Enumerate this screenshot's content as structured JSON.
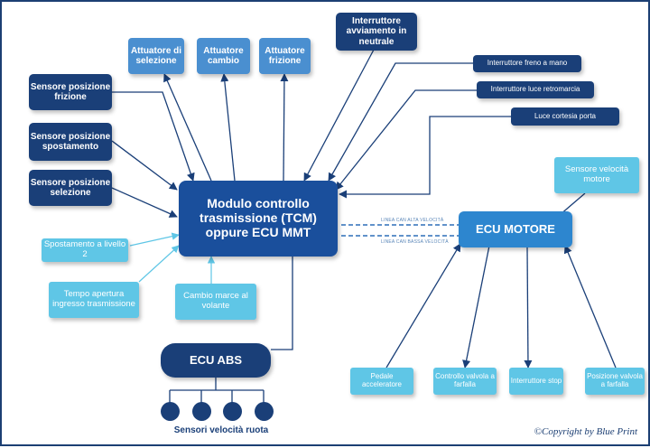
{
  "center": {
    "label": "Modulo controllo trasmissione (TCM) oppure ECU MMT"
  },
  "actuators": [
    {
      "label": "Attuatore di selezione"
    },
    {
      "label": "Attuatore cambio"
    },
    {
      "label": "Attuatore frizione"
    }
  ],
  "top_input": {
    "label": "Interruttore avviamento in neutrale"
  },
  "right_inputs": [
    {
      "label": "Interruttore freno a mano"
    },
    {
      "label": "Interruttore luce retromarcia"
    },
    {
      "label": "Luce cortesia porta"
    }
  ],
  "left_sensors": [
    {
      "label": "Sensore posizione frizione"
    },
    {
      "label": "Sensore posizione spostamento"
    },
    {
      "label": "Sensore posizione selezione"
    }
  ],
  "left_light": [
    {
      "label": "Spostamento a livello 2"
    },
    {
      "label": "Tempo apertura ingresso trasmissione"
    },
    {
      "label": "Cambio marce al volante"
    }
  ],
  "ecu_motore": {
    "label": "ECU MOTORE"
  },
  "engine_speed_sensor": {
    "label": "Sensore velocità motore"
  },
  "bus_lines": {
    "high": "LINEA CAN ALTA VELOCITÀ",
    "low": "LINEA CAN BASSA VELOCITÀ"
  },
  "engine_outputs": [
    {
      "label": "Pedale acceleratore"
    },
    {
      "label": "Controllo valvola a farfalla"
    },
    {
      "label": "Interruttore stop"
    },
    {
      "label": "Posizione valvola a farfalla"
    }
  ],
  "abs": {
    "label": "ECU ABS",
    "sensors_label": "Sensori velocità ruota"
  },
  "copyright": "©Copyright by Blue Print",
  "colors": {
    "dark_navy": "#1a3f78",
    "tcm_blue": "#1a4f9c",
    "mid_blue": "#4a8fd0",
    "light_cyan": "#5fc6e6",
    "ecu_blue": "#2d86cf"
  }
}
